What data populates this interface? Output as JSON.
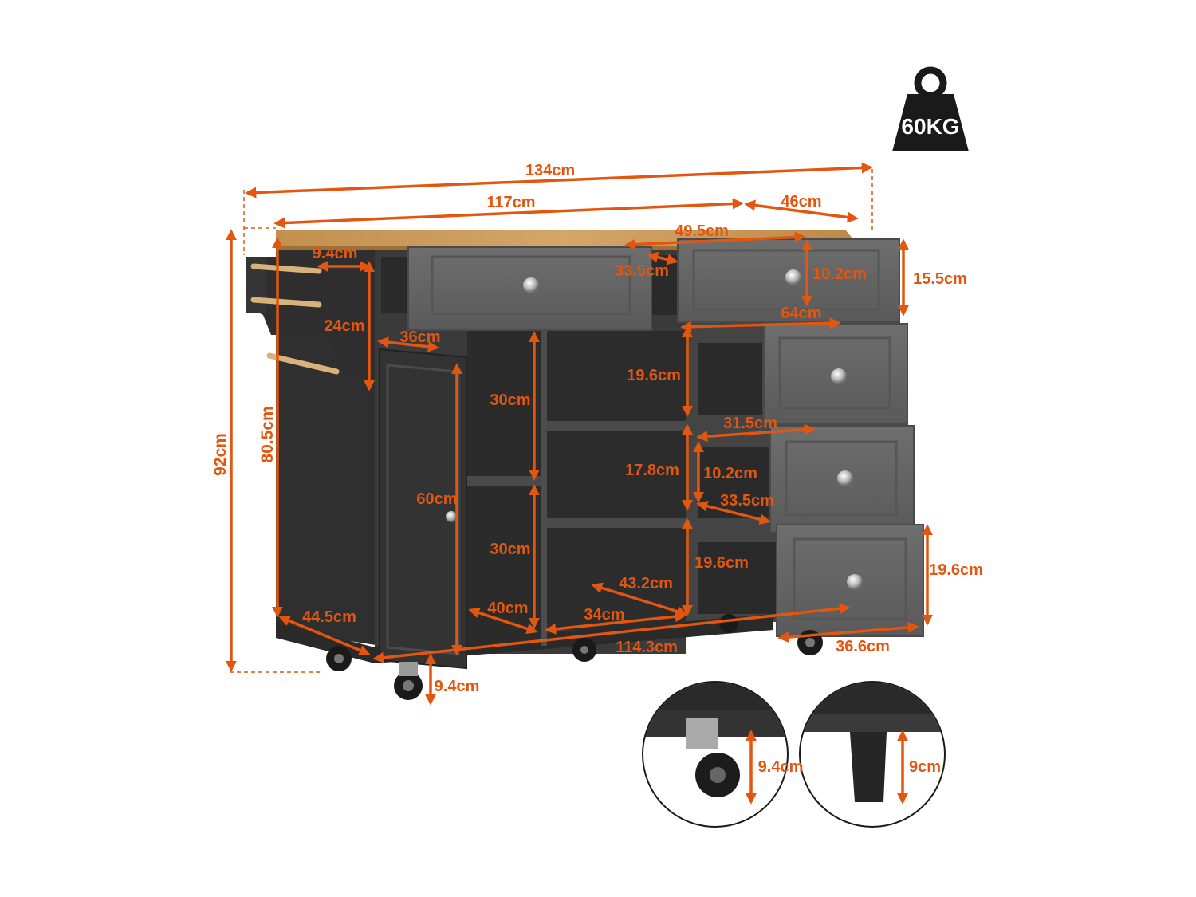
{
  "weight_badge": {
    "label": "60KG",
    "icon": "kettlebell-weight-icon"
  },
  "colors": {
    "dimension": "#e3560f",
    "cabinet": "#3c3c3c",
    "drawer": "#666666",
    "top": "#c99a5b",
    "badge": "#1a1a1a"
  },
  "dimensions": {
    "total_width": "134cm",
    "top_width": "117cm",
    "top_depth": "46cm",
    "top_drawer_width": "49.5cm",
    "top_drawer_inner_depth": "33.5cm",
    "top_drawer_inner_height": "10.2cm",
    "top_drawer_height": "15.5cm",
    "right_drawer_width": "64cm",
    "rack_width": "9.4cm",
    "rack_height": "24cm",
    "door_width": "36cm",
    "total_height": "92cm",
    "cabinet_height": "80.5cm",
    "door_height": "60cm",
    "shelf_upper": "30cm",
    "shelf_lower": "30cm",
    "shelf_depth": "40cm",
    "drawer_gap_top": "19.6cm",
    "drawer_gap_mid": "17.8cm",
    "drawer_gap_bottom": "19.6cm",
    "mid_drawer_width": "31.5cm",
    "mid_drawer_inner_height": "10.2cm",
    "mid_drawer_inner_depth": "33.5cm",
    "open_depth": "43.2cm",
    "open_width": "34cm",
    "base_width": "114.3cm",
    "side_depth": "44.5cm",
    "caster_height": "9.4cm",
    "bottom_drawer_height": "19.6cm",
    "bottom_drawer_depth": "36.6cm",
    "inset_caster_height": "9.4cm",
    "inset_leg_height": "9cm"
  }
}
